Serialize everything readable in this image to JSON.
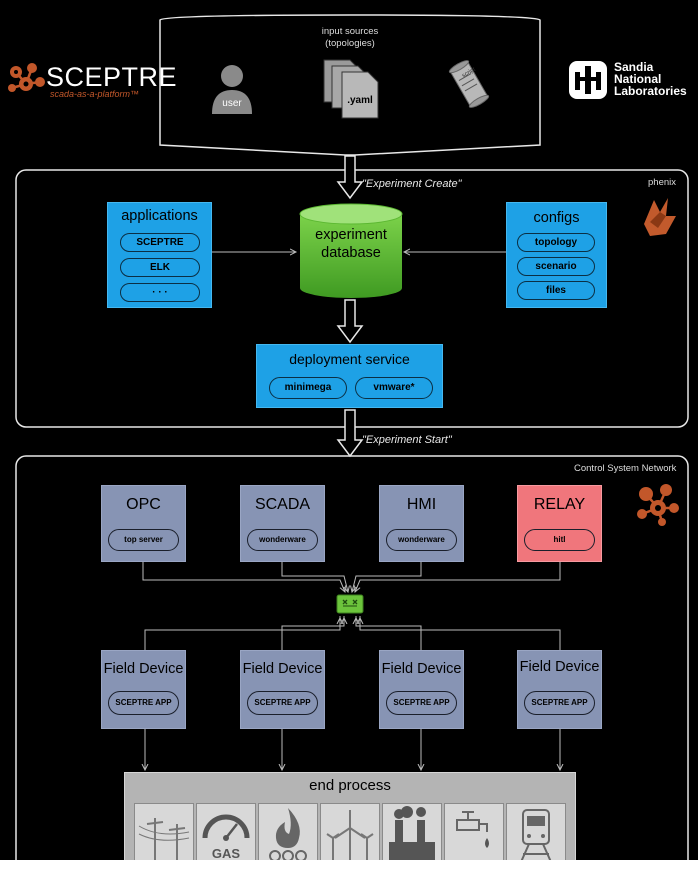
{
  "inputs": {
    "title_line1": "input sources",
    "title_line2": "(topologies)",
    "user_label": "user",
    "yaml_label": ".yaml",
    "script_label": "script"
  },
  "logos": {
    "sceptre_title": "SCEPTRE",
    "sceptre_tagline": "scada-as-a-platform™",
    "sandia_line1": "Sandia",
    "sandia_line2": "National",
    "sandia_line3": "Laboratories"
  },
  "phenix": {
    "label": "phenix",
    "experiment_create": "\"Experiment Create\"",
    "experiment_start": "\"Experiment Start\"",
    "applications": {
      "title": "applications",
      "items": [
        "SCEPTRE",
        "ELK",
        "· · ·"
      ]
    },
    "database": {
      "line1": "experiment",
      "line2": "database"
    },
    "configs": {
      "title": "configs",
      "items": [
        "topology",
        "scenario",
        "files"
      ]
    },
    "deployment": {
      "title": "deployment service",
      "items": [
        "minimega",
        "vmware*"
      ]
    }
  },
  "network": {
    "label": "Control System Network",
    "top_nodes": [
      {
        "title": "OPC",
        "sub": "top server"
      },
      {
        "title": "SCADA",
        "sub": "wonderware"
      },
      {
        "title": "HMI",
        "sub": "wonderware"
      },
      {
        "title": "RELAY",
        "sub": "hitl"
      }
    ],
    "field_devices": [
      {
        "title": "Field Device",
        "sub": "SCEPTRE APP"
      },
      {
        "title": "Field Device",
        "sub": "SCEPTRE APP"
      },
      {
        "title": "Field Device",
        "sub": "SCEPTRE APP"
      },
      {
        "title": "Field Device",
        "sub": "SCEPTRE APP"
      }
    ],
    "end_process": {
      "title": "end process",
      "gas_label": "GAS",
      "icons": [
        "power-lines-icon",
        "gas-gauge-icon",
        "fire-icon",
        "wind-turbine-icon",
        "factory-icon",
        "water-faucet-icon",
        "train-icon"
      ]
    }
  },
  "colors": {
    "background": "#000000",
    "blue": "#1ea1e6",
    "green": "#5cb832",
    "slate": "#8794b4",
    "relay": "#f0767c",
    "sceptre_orange": "#c2572a"
  }
}
